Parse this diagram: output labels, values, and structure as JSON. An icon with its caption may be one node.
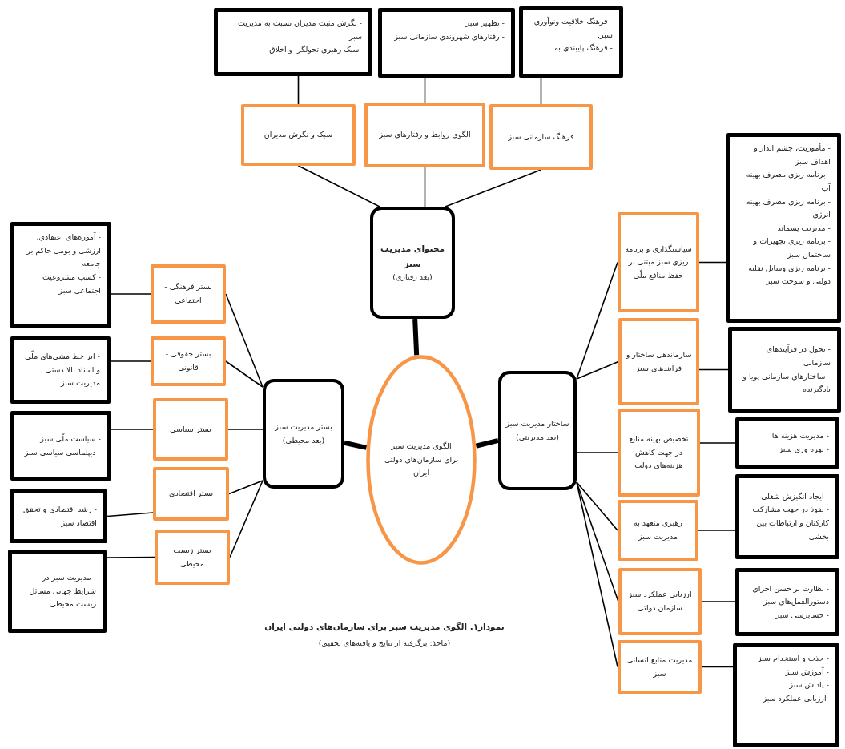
{
  "diagram": {
    "title": "نمودار۱. الگوی مدیریت سبز برای سازمان‌های دولتی ایران",
    "caption": "(ماخذ: برگرفته از نتایج و یافته‌های تحقیق)",
    "nodes": [
      {
        "text": [
          "الگوی مدیریت سبز برای سازمان‌های دولتی ایران"
        ]
      },
      {
        "text": [
          "محتوای مدیریت سبز",
          "(بعد رفتاری)"
        ]
      },
      {
        "text": [
          "بستر مدیریت سبز",
          "(بعد محیطی)"
        ]
      },
      {
        "text": [
          "ساختار مدیریت سبز",
          "(بعد مدیریتی)"
        ]
      },
      {
        "text": [
          "سبک و نگرش مدیران"
        ]
      },
      {
        "text": [
          "الگوی روابط و رفتارهای سبز"
        ]
      },
      {
        "text": [
          "فرهنگ سازمانی سبز"
        ]
      },
      {
        "text": [
          "- نگرش مثبت مدیران نسبت به مدیریت سبز",
          "-سبک رهبری تحولگرا و اخلاق"
        ]
      },
      {
        "text": [
          "- تطهیر سبز",
          "- رفتارهای شهروندی سازمانی سبز"
        ]
      },
      {
        "text": [
          "- فرهنگ خلاقیت ونوآوری سبز.",
          "- فرهنگ پایبندی به"
        ]
      },
      {
        "text": [
          "بستر فرهنگی - اجتماعی"
        ]
      },
      {
        "text": [
          "بستر حقوقی - قانونی"
        ]
      },
      {
        "text": [
          "بستر سیاسی"
        ]
      },
      {
        "text": [
          "بستر اقتصادی"
        ]
      },
      {
        "text": [
          "بستر زیست محیطی"
        ]
      },
      {
        "text": [
          "- آموزه‌های اعتقادی، ارزشی و بومی حاکم بر جامعه",
          "- کسب مشروعیت اجتماعی سبز"
        ]
      },
      {
        "text": [
          "- ابر خط مشی‌های ملّی و اسناد بالا دستی مدیریت سبز"
        ]
      },
      {
        "text": [
          "- سیاست ملّی سبز",
          "- دیپلماسی سیاسی سبز"
        ]
      },
      {
        "text": [
          "- رشد اقتصادی و تحقق اقتصاد سبز"
        ]
      },
      {
        "text": [
          "- مدیریت سبز در شرایط جهانی مسائل زیست محیطی"
        ]
      },
      {
        "text": [
          "سیاستگذاری و برنامه ریزی سبز مبتنی بر حفظ منافع ملّی"
        ]
      },
      {
        "text": [
          "سازماندهی ساختار و فرآیندهای سبز"
        ]
      },
      {
        "text": [
          "تخصیص بهینه منابع در جهت کاهش هزینه‌های دولت"
        ]
      },
      {
        "text": [
          "رهبری متعهد به مدیریت سبز"
        ]
      },
      {
        "text": [
          "ارزیابی عملکرد سبز سازمان دولتی"
        ]
      },
      {
        "text": [
          "مدیریت منابع انسانی سبز"
        ]
      },
      {
        "text": [
          "- مأموریت، چشم انداز و اهداف سبز",
          "- برنامه ریزی مصرف بهینه آب",
          "- برنامه ریزی مصرف بهینه انرژی",
          "- مدیریت پسماند",
          "- برنامه ریزی تجهیزات و ساختمان سبز",
          "- برنامه ریزی وسایل نقلیه دولتی و سوخت سبز"
        ]
      },
      {
        "text": [
          "- تحول در فرآیندهای سازمانی",
          "- ساختارهای سازمانی پویا و یادگیرنده"
        ]
      },
      {
        "text": [
          "- مدیریت هزینه ها",
          "- بهره وری سبز"
        ]
      },
      {
        "text": [
          "- ایجاد انگیزش شغلی",
          "- نفوذ در جهت مشارکت کارکنان و ارتباطات بین بخشی"
        ]
      },
      {
        "text": [
          "- نظارت بر حسن اجرای دستورالعمل‌های سبز",
          "- حسابرسی سبز"
        ]
      },
      {
        "text": [
          "- جذب و استخدام سبز",
          "- آموزش سبز",
          "- پاداش سبز",
          "-ارزیابی عملکرد سبز"
        ]
      }
    ],
    "edges": [
      {
        "from": 1,
        "to": 0,
        "arrow": "none",
        "style": "thick"
      },
      {
        "from": 2,
        "to": 0,
        "arrow": "none",
        "style": "thick"
      },
      {
        "from": 3,
        "to": 0,
        "arrow": "none",
        "style": "thick"
      },
      {
        "from": 4,
        "to": 1,
        "arrow": "none"
      },
      {
        "from": 5,
        "to": 1,
        "arrow": "none"
      },
      {
        "from": 6,
        "to": 1,
        "arrow": "none"
      },
      {
        "from": 7,
        "to": 4,
        "arrow": "none"
      },
      {
        "from": 8,
        "to": 5,
        "arrow": "none"
      },
      {
        "from": 9,
        "to": 6,
        "arrow": "none"
      },
      {
        "from": 10,
        "to": 2,
        "arrow": "none"
      },
      {
        "from": 11,
        "to": 2,
        "arrow": "none"
      },
      {
        "from": 12,
        "to": 2,
        "arrow": "none"
      },
      {
        "from": 13,
        "to": 2,
        "arrow": "none"
      },
      {
        "from": 14,
        "to": 2,
        "arrow": "none"
      },
      {
        "from": 15,
        "to": 10,
        "arrow": "none"
      },
      {
        "from": 16,
        "to": 11,
        "arrow": "none"
      },
      {
        "from": 17,
        "to": 12,
        "arrow": "none"
      },
      {
        "from": 18,
        "to": 13,
        "arrow": "none"
      },
      {
        "from": 19,
        "to": 14,
        "arrow": "none"
      },
      {
        "from": 20,
        "to": 3,
        "arrow": "none"
      },
      {
        "from": 21,
        "to": 3,
        "arrow": "none"
      },
      {
        "from": 22,
        "to": 3,
        "arrow": "none"
      },
      {
        "from": 23,
        "to": 3,
        "arrow": "none"
      },
      {
        "from": 24,
        "to": 3,
        "arrow": "none"
      },
      {
        "from": 25,
        "to": 3,
        "arrow": "none"
      },
      {
        "from": 26,
        "to": 20,
        "arrow": "none"
      },
      {
        "from": 27,
        "to": 21,
        "arrow": "none"
      },
      {
        "from": 28,
        "to": 22,
        "arrow": "none"
      },
      {
        "from": 29,
        "to": 23,
        "arrow": "none"
      },
      {
        "from": 30,
        "to": 24,
        "arrow": "none"
      },
      {
        "from": 31,
        "to": 25,
        "arrow": "none"
      }
    ]
  }
}
